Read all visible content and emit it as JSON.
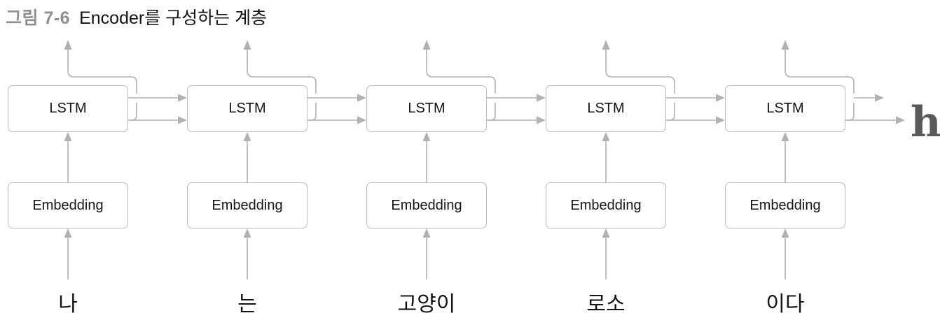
{
  "title": {
    "figure_label": "그림 7-6",
    "caption": "Encoder를 구성하는 계층"
  },
  "colors": {
    "line": "#b1b1b1",
    "box_border": "#bcbcbc",
    "box_fill": "#ffffff",
    "text": "#141414",
    "figure_label": "#8f8f8f",
    "output": "#595959",
    "bg": "#ffffff"
  },
  "diagram": {
    "columns": [
      {
        "input_word": "나",
        "lstm_label": "LSTM",
        "embedding_label": "Embedding"
      },
      {
        "input_word": "는",
        "lstm_label": "LSTM",
        "embedding_label": "Embedding"
      },
      {
        "input_word": "고양이",
        "lstm_label": "LSTM",
        "embedding_label": "Embedding"
      },
      {
        "input_word": "로소",
        "lstm_label": "LSTM",
        "embedding_label": "Embedding"
      },
      {
        "input_word": "이다",
        "lstm_label": "LSTM",
        "embedding_label": "Embedding"
      }
    ],
    "output_label": "h"
  }
}
